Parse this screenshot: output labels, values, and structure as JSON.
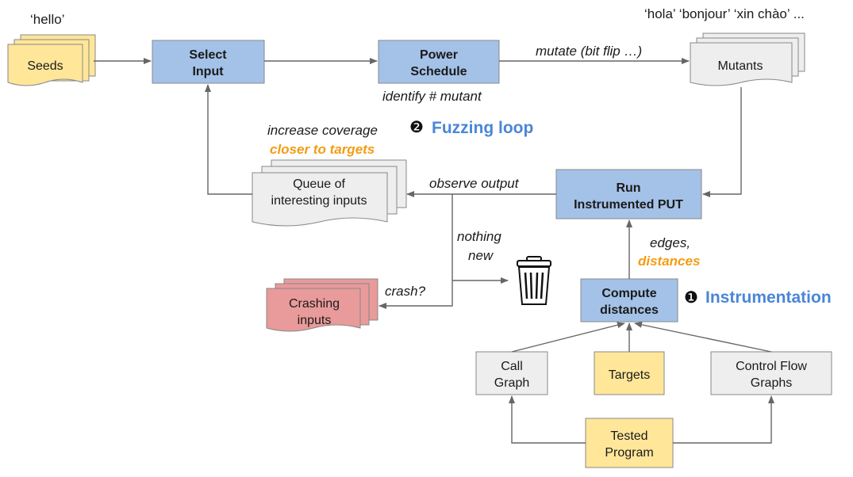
{
  "diagram": {
    "seeds_example": "‘hello’",
    "mutants_example": "‘hola’ ‘bonjour’ ‘xin chào’ ...",
    "nodes": {
      "seeds": "Seeds",
      "select_input": [
        "Select",
        "Input"
      ],
      "power_schedule": [
        "Power",
        "Schedule"
      ],
      "mutants": "Mutants",
      "queue": [
        "Queue of",
        "interesting inputs"
      ],
      "run_put": [
        "Run",
        "Instrumented PUT"
      ],
      "crashing": [
        "Crashing",
        "inputs"
      ],
      "compute_distances": [
        "Compute",
        "distances"
      ],
      "call_graph": [
        "Call",
        "Graph"
      ],
      "targets": "Targets",
      "cfg": [
        "Control Flow",
        "Graphs"
      ],
      "tested_program": [
        "Tested",
        "Program"
      ]
    },
    "edge_labels": {
      "mutate": "mutate (bit flip …)",
      "identify": "identify # mutant",
      "increase_coverage": "increase coverage",
      "closer_to_targets": "closer to targets",
      "observe_output": "observe output",
      "nothing_new": [
        "nothing",
        "new"
      ],
      "crash": "crash?",
      "edges": "edges,",
      "distances": "distances"
    },
    "sections": {
      "fuzzing_loop_marker": "❷",
      "fuzzing_loop": "Fuzzing loop",
      "instrumentation_marker": "❶",
      "instrumentation": "Instrumentation"
    },
    "colors": {
      "blue_box": "#a4c2e8",
      "yellow_box": "#ffe699",
      "red_box": "#e99a9a",
      "gray_box": "#eeeeee",
      "accent_blue": "#4a86d8",
      "accent_orange": "#f39c12"
    }
  }
}
